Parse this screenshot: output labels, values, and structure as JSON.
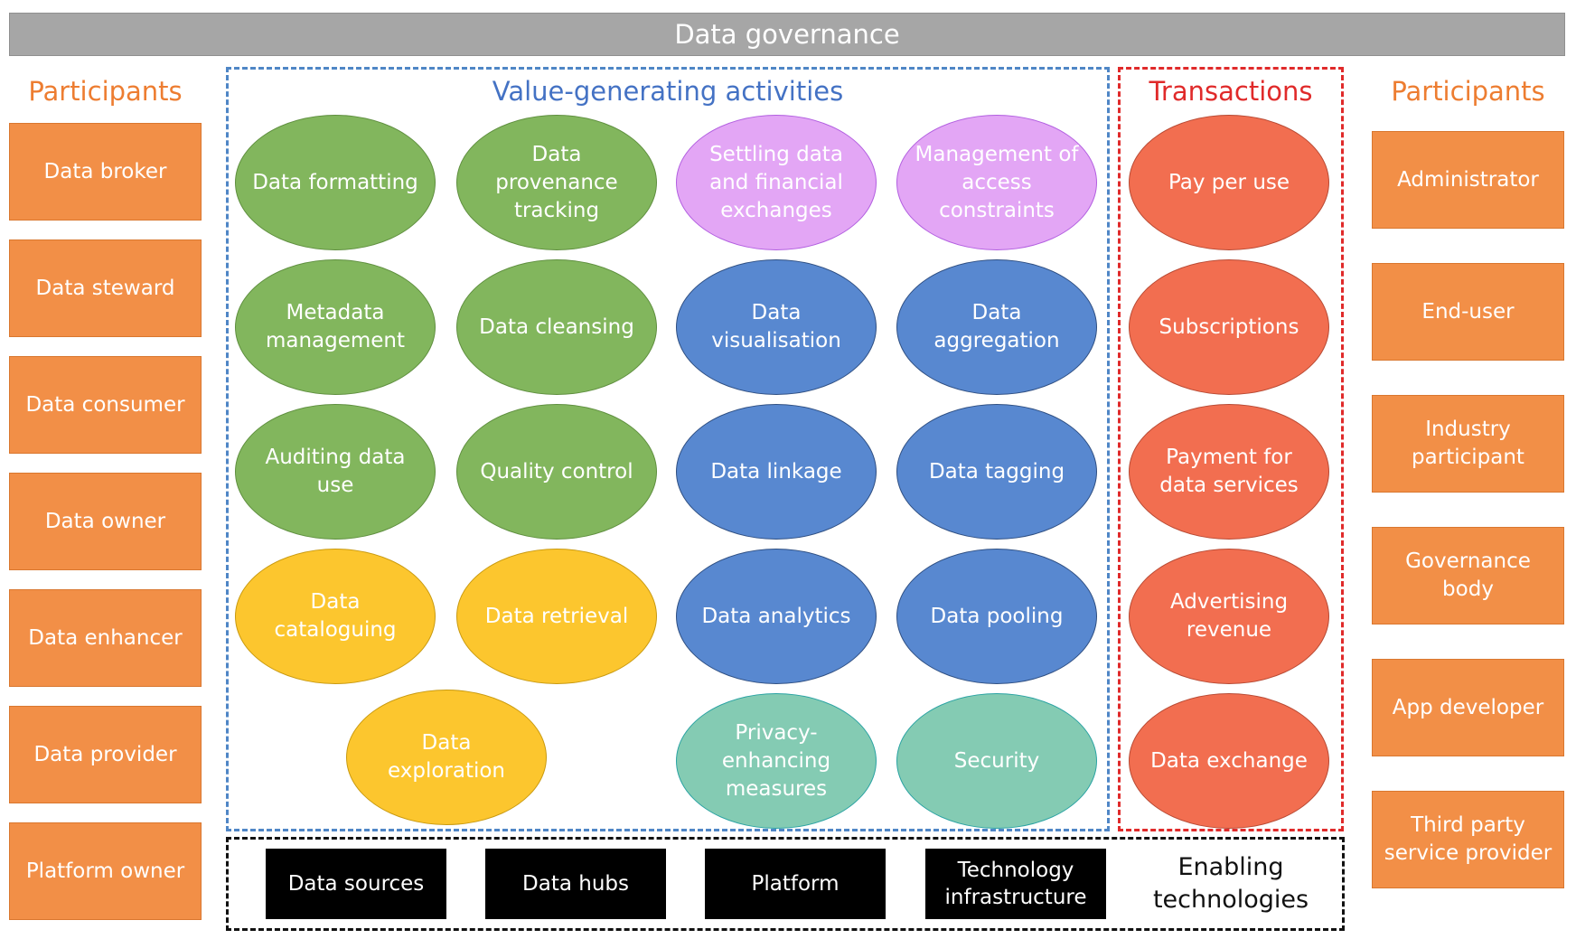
{
  "title": "Data governance",
  "left_participants": {
    "heading": "Participants",
    "items": [
      "Data broker",
      "Data steward",
      "Data consumer",
      "Data owner",
      "Data enhancer",
      "Data provider",
      "Platform owner"
    ]
  },
  "right_participants": {
    "heading": "Participants",
    "items": [
      "Administrator",
      "End-user",
      "Industry participant",
      "Governance body",
      "App developer",
      "Third party service provider"
    ]
  },
  "activities": {
    "heading": "Value-generating activities",
    "items": [
      {
        "label": "Data formatting",
        "category": "green"
      },
      {
        "label": "Data provenance tracking",
        "category": "green"
      },
      {
        "label": "Settling data and financial exchanges",
        "category": "purple"
      },
      {
        "label": "Management of access constraints",
        "category": "purple"
      },
      {
        "label": "Metadata management",
        "category": "green"
      },
      {
        "label": "Data cleansing",
        "category": "green"
      },
      {
        "label": "Data visualisation",
        "category": "blue"
      },
      {
        "label": "Data aggregation",
        "category": "blue"
      },
      {
        "label": "Auditing data use",
        "category": "green"
      },
      {
        "label": "Quality control",
        "category": "green"
      },
      {
        "label": "Data linkage",
        "category": "blue"
      },
      {
        "label": "Data tagging",
        "category": "blue"
      },
      {
        "label": "Data cataloguing",
        "category": "yellow"
      },
      {
        "label": "Data retrieval",
        "category": "yellow"
      },
      {
        "label": "Data analytics",
        "category": "blue"
      },
      {
        "label": "Data pooling",
        "category": "blue"
      },
      {
        "label": "Data exploration",
        "category": "yellow"
      },
      {
        "label": "Privacy-enhancing measures",
        "category": "teal"
      },
      {
        "label": "Security",
        "category": "teal"
      }
    ]
  },
  "transactions": {
    "heading": "Transactions",
    "items": [
      "Pay per use",
      "Subscriptions",
      "Payment for data services",
      "Advertising revenue",
      "Data exchange"
    ]
  },
  "enabling": {
    "label": "Enabling technologies",
    "items": [
      "Data sources",
      "Data hubs",
      "Platform",
      "Technology infrastructure"
    ]
  },
  "colors": {
    "participant_fill": "#f28f47",
    "heading_orange": "#ed7d31",
    "heading_blue": "#4472c4",
    "heading_red": "#e02a2a",
    "green": "#82b65d",
    "purple": "#e3a6f5",
    "blue": "#5888d0",
    "yellow": "#fcc62e",
    "teal": "#84cbb3",
    "red": "#f26e50"
  }
}
